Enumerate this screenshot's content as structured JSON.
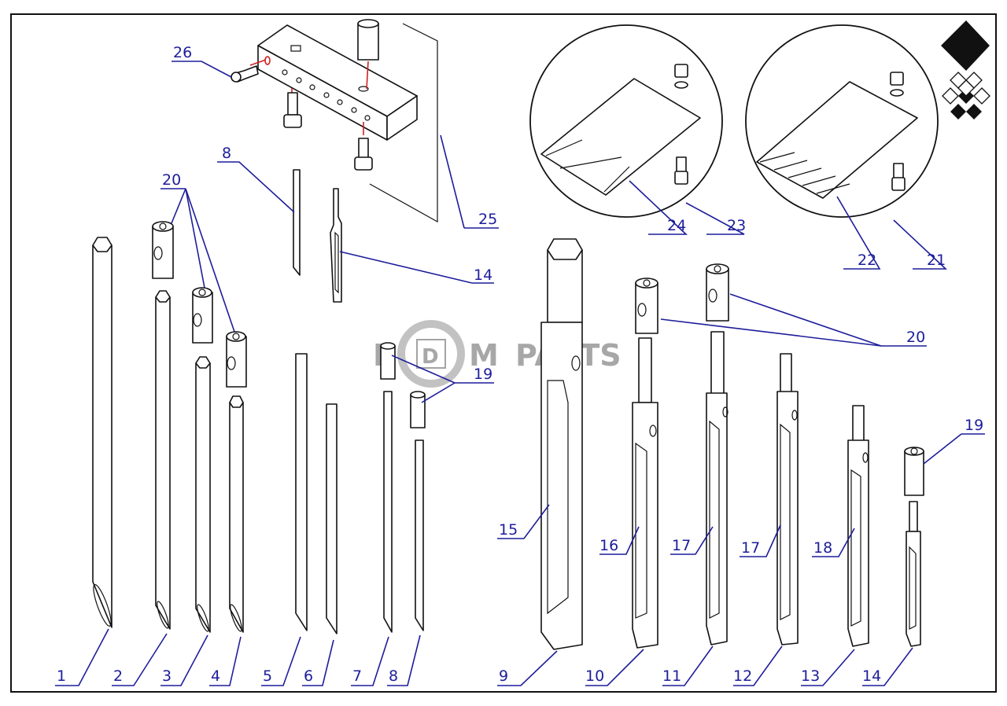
{
  "watermark": {
    "text": "PARTS",
    "logo_letters": [
      "R",
      "D",
      "M"
    ]
  },
  "colors": {
    "line": "#111111",
    "callout": "#1d1d9b",
    "accent": "#d22020",
    "watermark": "#8a8a8a"
  },
  "callouts": [
    "1",
    "2",
    "3",
    "4",
    "5",
    "6",
    "7",
    "8",
    "9",
    "10",
    "11",
    "12",
    "13",
    "14",
    "14",
    "15",
    "16",
    "17",
    "17",
    "18",
    "19",
    "19",
    "20",
    "20",
    "21",
    "22",
    "23",
    "24",
    "25",
    "26",
    "8"
  ]
}
